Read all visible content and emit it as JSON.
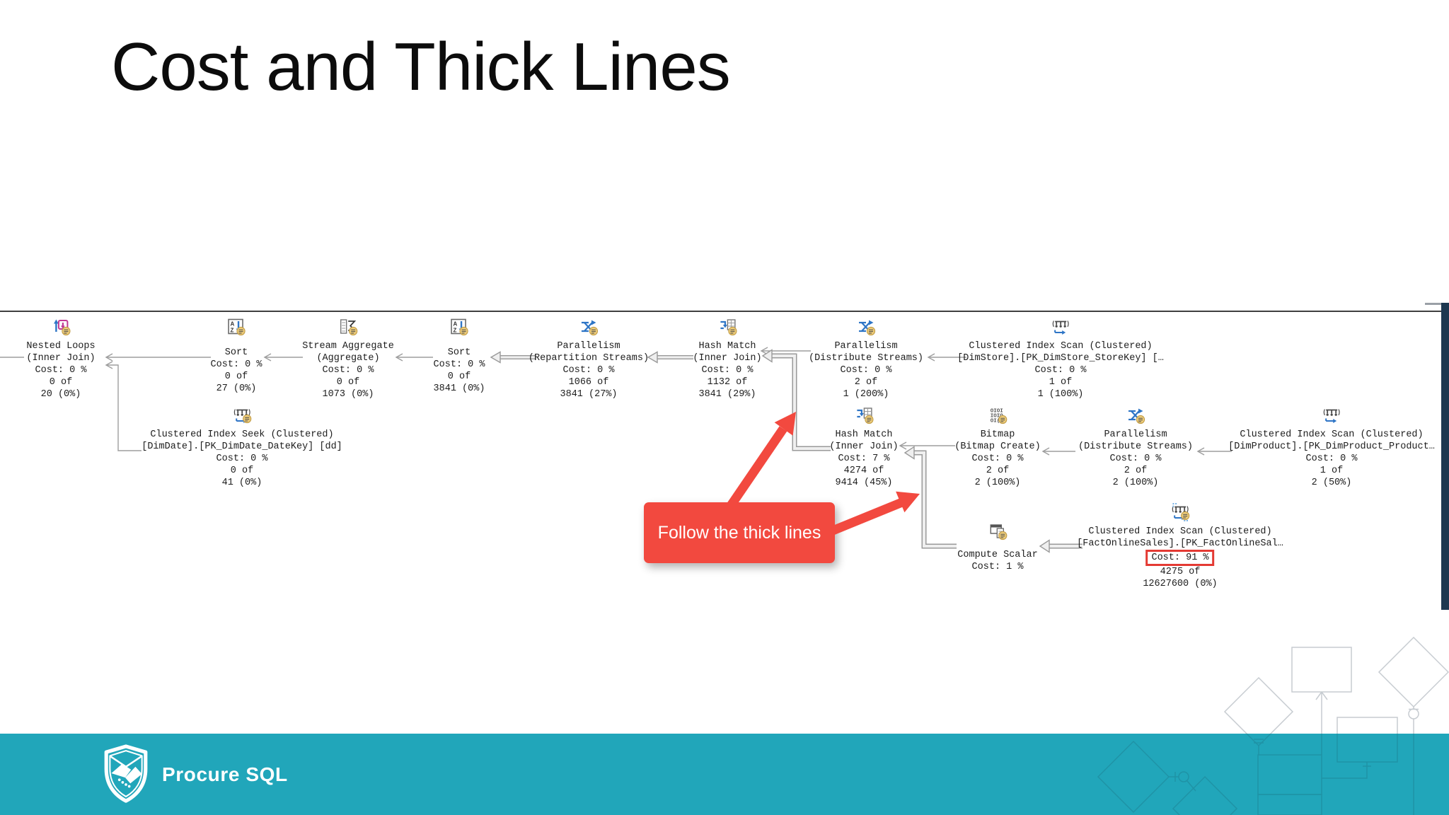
{
  "slide": {
    "title": "Cost and Thick Lines"
  },
  "annotation": {
    "label": "Follow the thick lines",
    "box_color": "#f2493f"
  },
  "highlight": {
    "box_color": "#e43a33",
    "highlighted_value": "Cost: 91 %"
  },
  "plan": {
    "nodes": [
      {
        "icon": "nested-loops-icon",
        "lines": [
          "Nested Loops",
          "(Inner Join)",
          "Cost: 0 %",
          "0 of",
          "20 (0%)"
        ]
      },
      {
        "icon": "sort-icon",
        "lines": [
          "Sort",
          "Cost: 0 %",
          "0 of",
          "27 (0%)"
        ]
      },
      {
        "icon": "stream-aggregate-icon",
        "lines": [
          "Stream Aggregate",
          "(Aggregate)",
          "Cost: 0 %",
          "0 of",
          "1073 (0%)"
        ]
      },
      {
        "icon": "sort-icon",
        "lines": [
          "Sort",
          "Cost: 0 %",
          "0 of",
          "3841 (0%)"
        ]
      },
      {
        "icon": "parallelism-icon",
        "lines": [
          "Parallelism",
          "(Repartition Streams)",
          "Cost: 0 %",
          "1066 of",
          "3841 (27%)"
        ]
      },
      {
        "icon": "hash-match-icon",
        "lines": [
          "Hash Match",
          "(Inner Join)",
          "Cost: 0 %",
          "1132 of",
          "3841 (29%)"
        ]
      },
      {
        "icon": "parallelism-icon",
        "lines": [
          "Parallelism",
          "(Distribute Streams)",
          "Cost: 0 %",
          "2 of",
          "1 (200%)"
        ]
      },
      {
        "icon": "clustered-index-scan-icon",
        "lines": [
          "Clustered Index Scan (Clustered)",
          "[DimStore].[PK_DimStore_StoreKey] […",
          "Cost: 0 %",
          "1 of",
          "1 (100%)"
        ]
      },
      {
        "icon": "clustered-index-seek-icon",
        "lines": [
          "Clustered Index Seek (Clustered)",
          "[DimDate].[PK_DimDate_DateKey] [dd]",
          "Cost: 0 %",
          "0 of",
          "41 (0%)"
        ]
      },
      {
        "icon": "hash-match-icon",
        "lines": [
          "Hash Match",
          "(Inner Join)",
          "Cost: 7 %",
          "4274 of",
          "9414 (45%)"
        ]
      },
      {
        "icon": "bitmap-icon",
        "lines": [
          "Bitmap",
          "(Bitmap Create)",
          "Cost: 0 %",
          "2 of",
          "2 (100%)"
        ]
      },
      {
        "icon": "parallelism-icon",
        "lines": [
          "Parallelism",
          "(Distribute Streams)",
          "Cost: 0 %",
          "2 of",
          "2 (100%)"
        ]
      },
      {
        "icon": "clustered-index-scan-icon",
        "lines": [
          "Clustered Index Scan (Clustered)",
          "[DimProduct].[PK_DimProduct_Product…",
          "Cost: 0 %",
          "1 of",
          "2 (50%)"
        ]
      },
      {
        "icon": "compute-scalar-icon",
        "lines": [
          "Compute Scalar",
          "Cost: 1 %"
        ]
      },
      {
        "icon": "clustered-index-scan-icon",
        "lines": [
          "Clustered Index Scan (Clustered)",
          "[FactOnlineSales].[PK_FactOnlineSal…",
          "Cost: 91 %",
          "4275 of",
          "12627600 (0%)"
        ]
      }
    ]
  },
  "footer": {
    "brand": "Procure SQL",
    "bar_color": "#21a6ba",
    "logo_icon": "handshake-shield-icon"
  },
  "colors": {
    "brand_teal": "#21a6ba",
    "accent_red": "#f2493f",
    "highlight_red": "#e43a33",
    "connector_gray": "#9e9e9e",
    "icon_blue": "#2e75c6",
    "icon_magenta": "#c13a94",
    "badge_gold": "#eccb79",
    "edge_navy": "#1d3750"
  }
}
